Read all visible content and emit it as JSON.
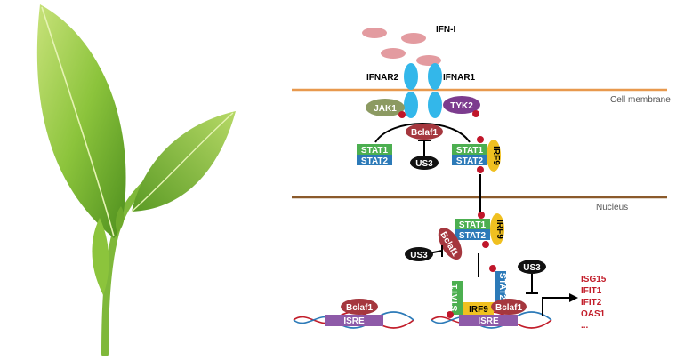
{
  "ligand": "IFN-I",
  "receptors": {
    "r2": "IFNAR2",
    "r1": "IFNAR1"
  },
  "kinases": {
    "jak": "JAK1",
    "tyk": "TYK2"
  },
  "membranes": {
    "cell": "Cell membrane",
    "nucleus": "Nucleus"
  },
  "proteins": {
    "stat1": "STAT1",
    "stat2": "STAT2",
    "irf9": "IRF9",
    "bclaf1": "Bclaf1",
    "us3": "US3",
    "phospho": "P"
  },
  "promoter": "ISRE",
  "genes": [
    "ISG15",
    "IFIT1",
    "IFIT2",
    "OAS1",
    "..."
  ],
  "colors": {
    "membrane": "#e8994e",
    "nucleus_membrane": "#8b5a2b",
    "ifn": "#e39ba0",
    "receptor": "#33b7ea",
    "jak1": "#8c9a62",
    "tyk2": "#7c3c8e",
    "stat1": "#4caf50",
    "stat2": "#2c7ab8",
    "irf9": "#f0c020",
    "bclaf1": "#a5373e",
    "us3": "#111111",
    "isre": "#8e5aa8",
    "gene_text": "#c21d2a"
  }
}
